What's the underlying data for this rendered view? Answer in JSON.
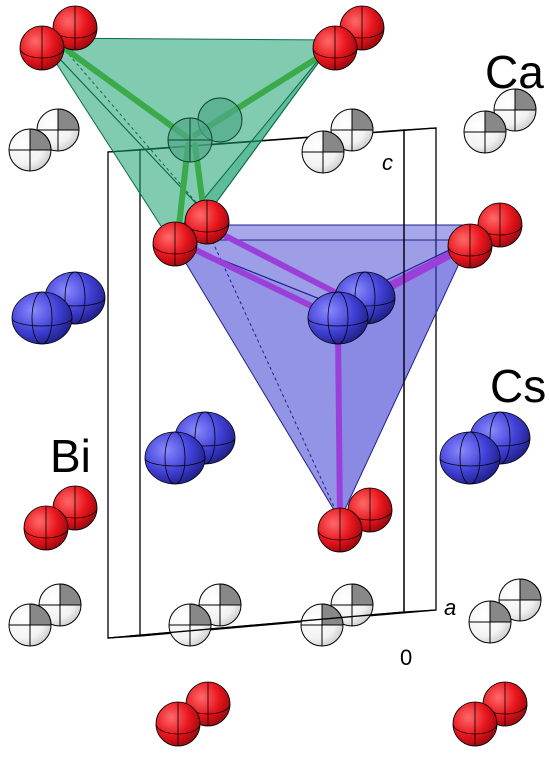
{
  "labels": {
    "ca": "Ca",
    "cs": "Cs",
    "bi": "Bi",
    "axis_c": "c",
    "axis_a": "a",
    "origin": "0"
  },
  "colors": {
    "oxygen": "#e8141c",
    "cesium": "#3c3cd2",
    "calcium": "#ffffff",
    "poly_ca": "#1aa070",
    "poly_cs": "#3c3cd2",
    "bond_ca": "#3aaa4a",
    "bond_cs": "#9a40d8"
  }
}
